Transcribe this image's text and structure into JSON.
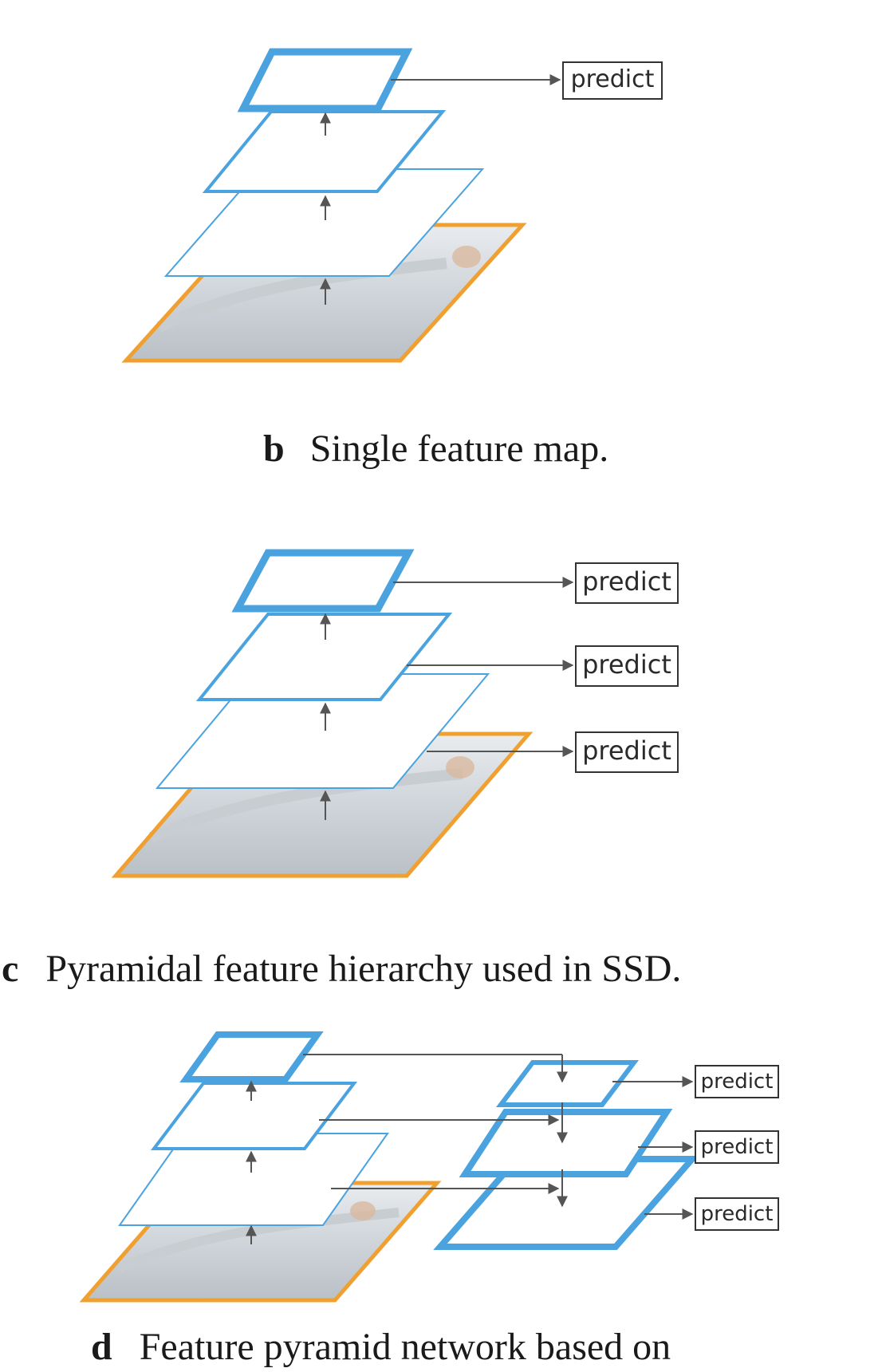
{
  "colors": {
    "feature_map": "#4aa3df",
    "image_border": "#f0a030",
    "arrow": "#555555",
    "box_border": "#333333"
  },
  "panels": [
    {
      "letter": "b",
      "caption": "Single feature map.",
      "predict_labels": [
        "predict"
      ]
    },
    {
      "letter": "c",
      "caption": "Pyramidal feature hierarchy used in SSD.",
      "predict_labels": [
        "predict",
        "predict",
        "predict"
      ]
    },
    {
      "letter": "d",
      "caption": "Feature pyramid network based on",
      "predict_labels": [
        "predict",
        "predict",
        "predict"
      ]
    }
  ]
}
